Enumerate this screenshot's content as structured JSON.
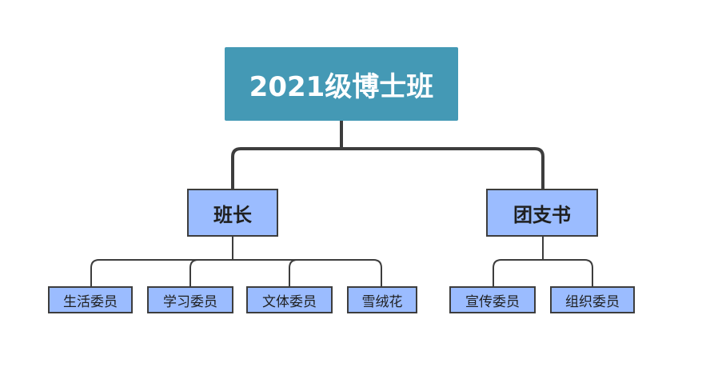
{
  "root": {
    "title": "2021级博士班"
  },
  "branches": [
    {
      "label": "班长",
      "children": [
        "生活委员",
        "学习委员",
        "文体委员",
        "雪绒花"
      ]
    },
    {
      "label": "团支书",
      "children": [
        "宣传委员",
        "组织委员"
      ]
    }
  ],
  "colors": {
    "root_fill": "#4499b5",
    "node_fill": "#9bbcff",
    "line": "#3d3d3d"
  }
}
